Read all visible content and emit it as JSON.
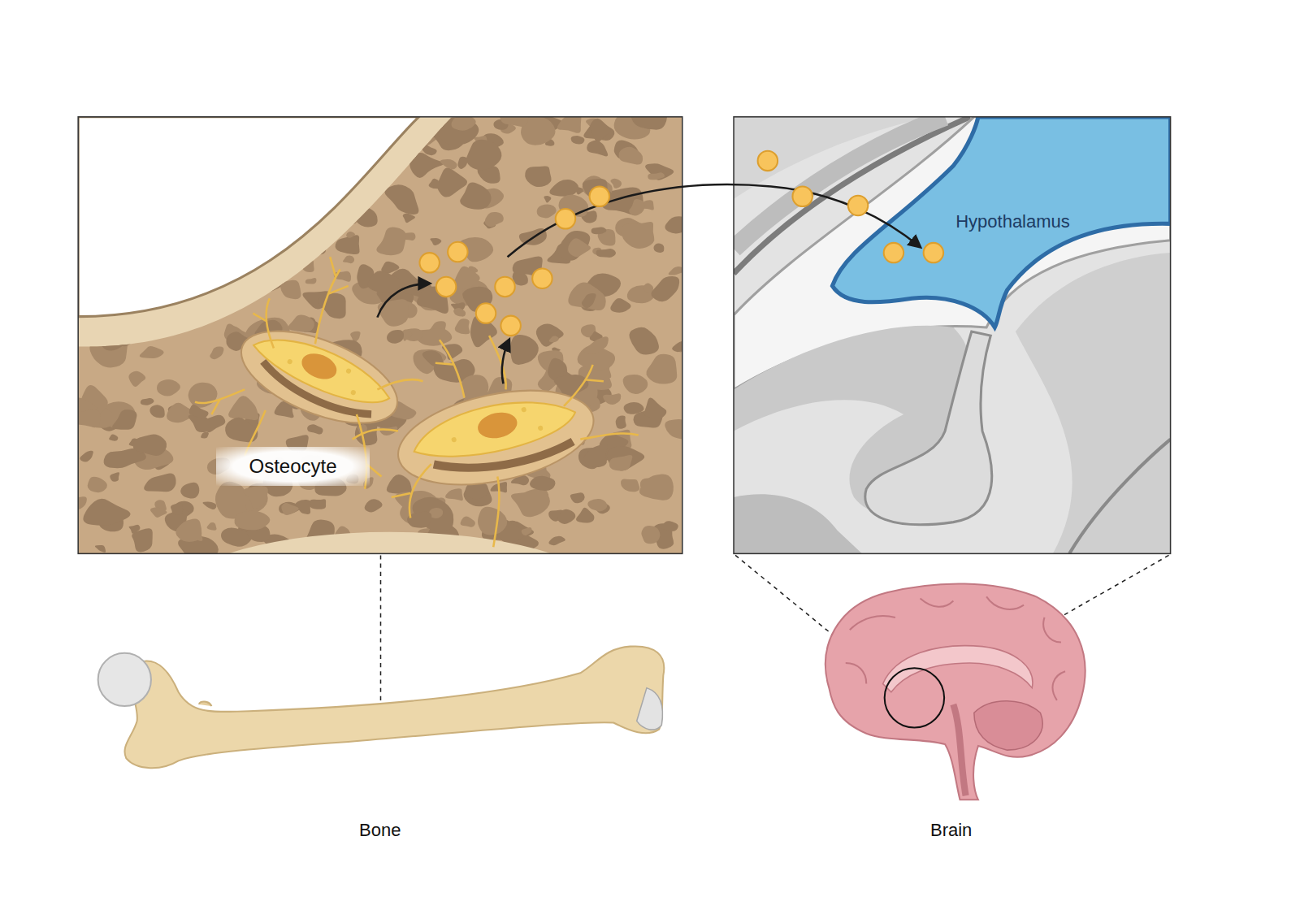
{
  "diagram": {
    "nodes": [
      {
        "text": [
          "Osteocyte"
        ]
      },
      {
        "text": [
          "Hypothalamus"
        ]
      }
    ],
    "labels": [
      "Bone",
      "Brain"
    ]
  }
}
